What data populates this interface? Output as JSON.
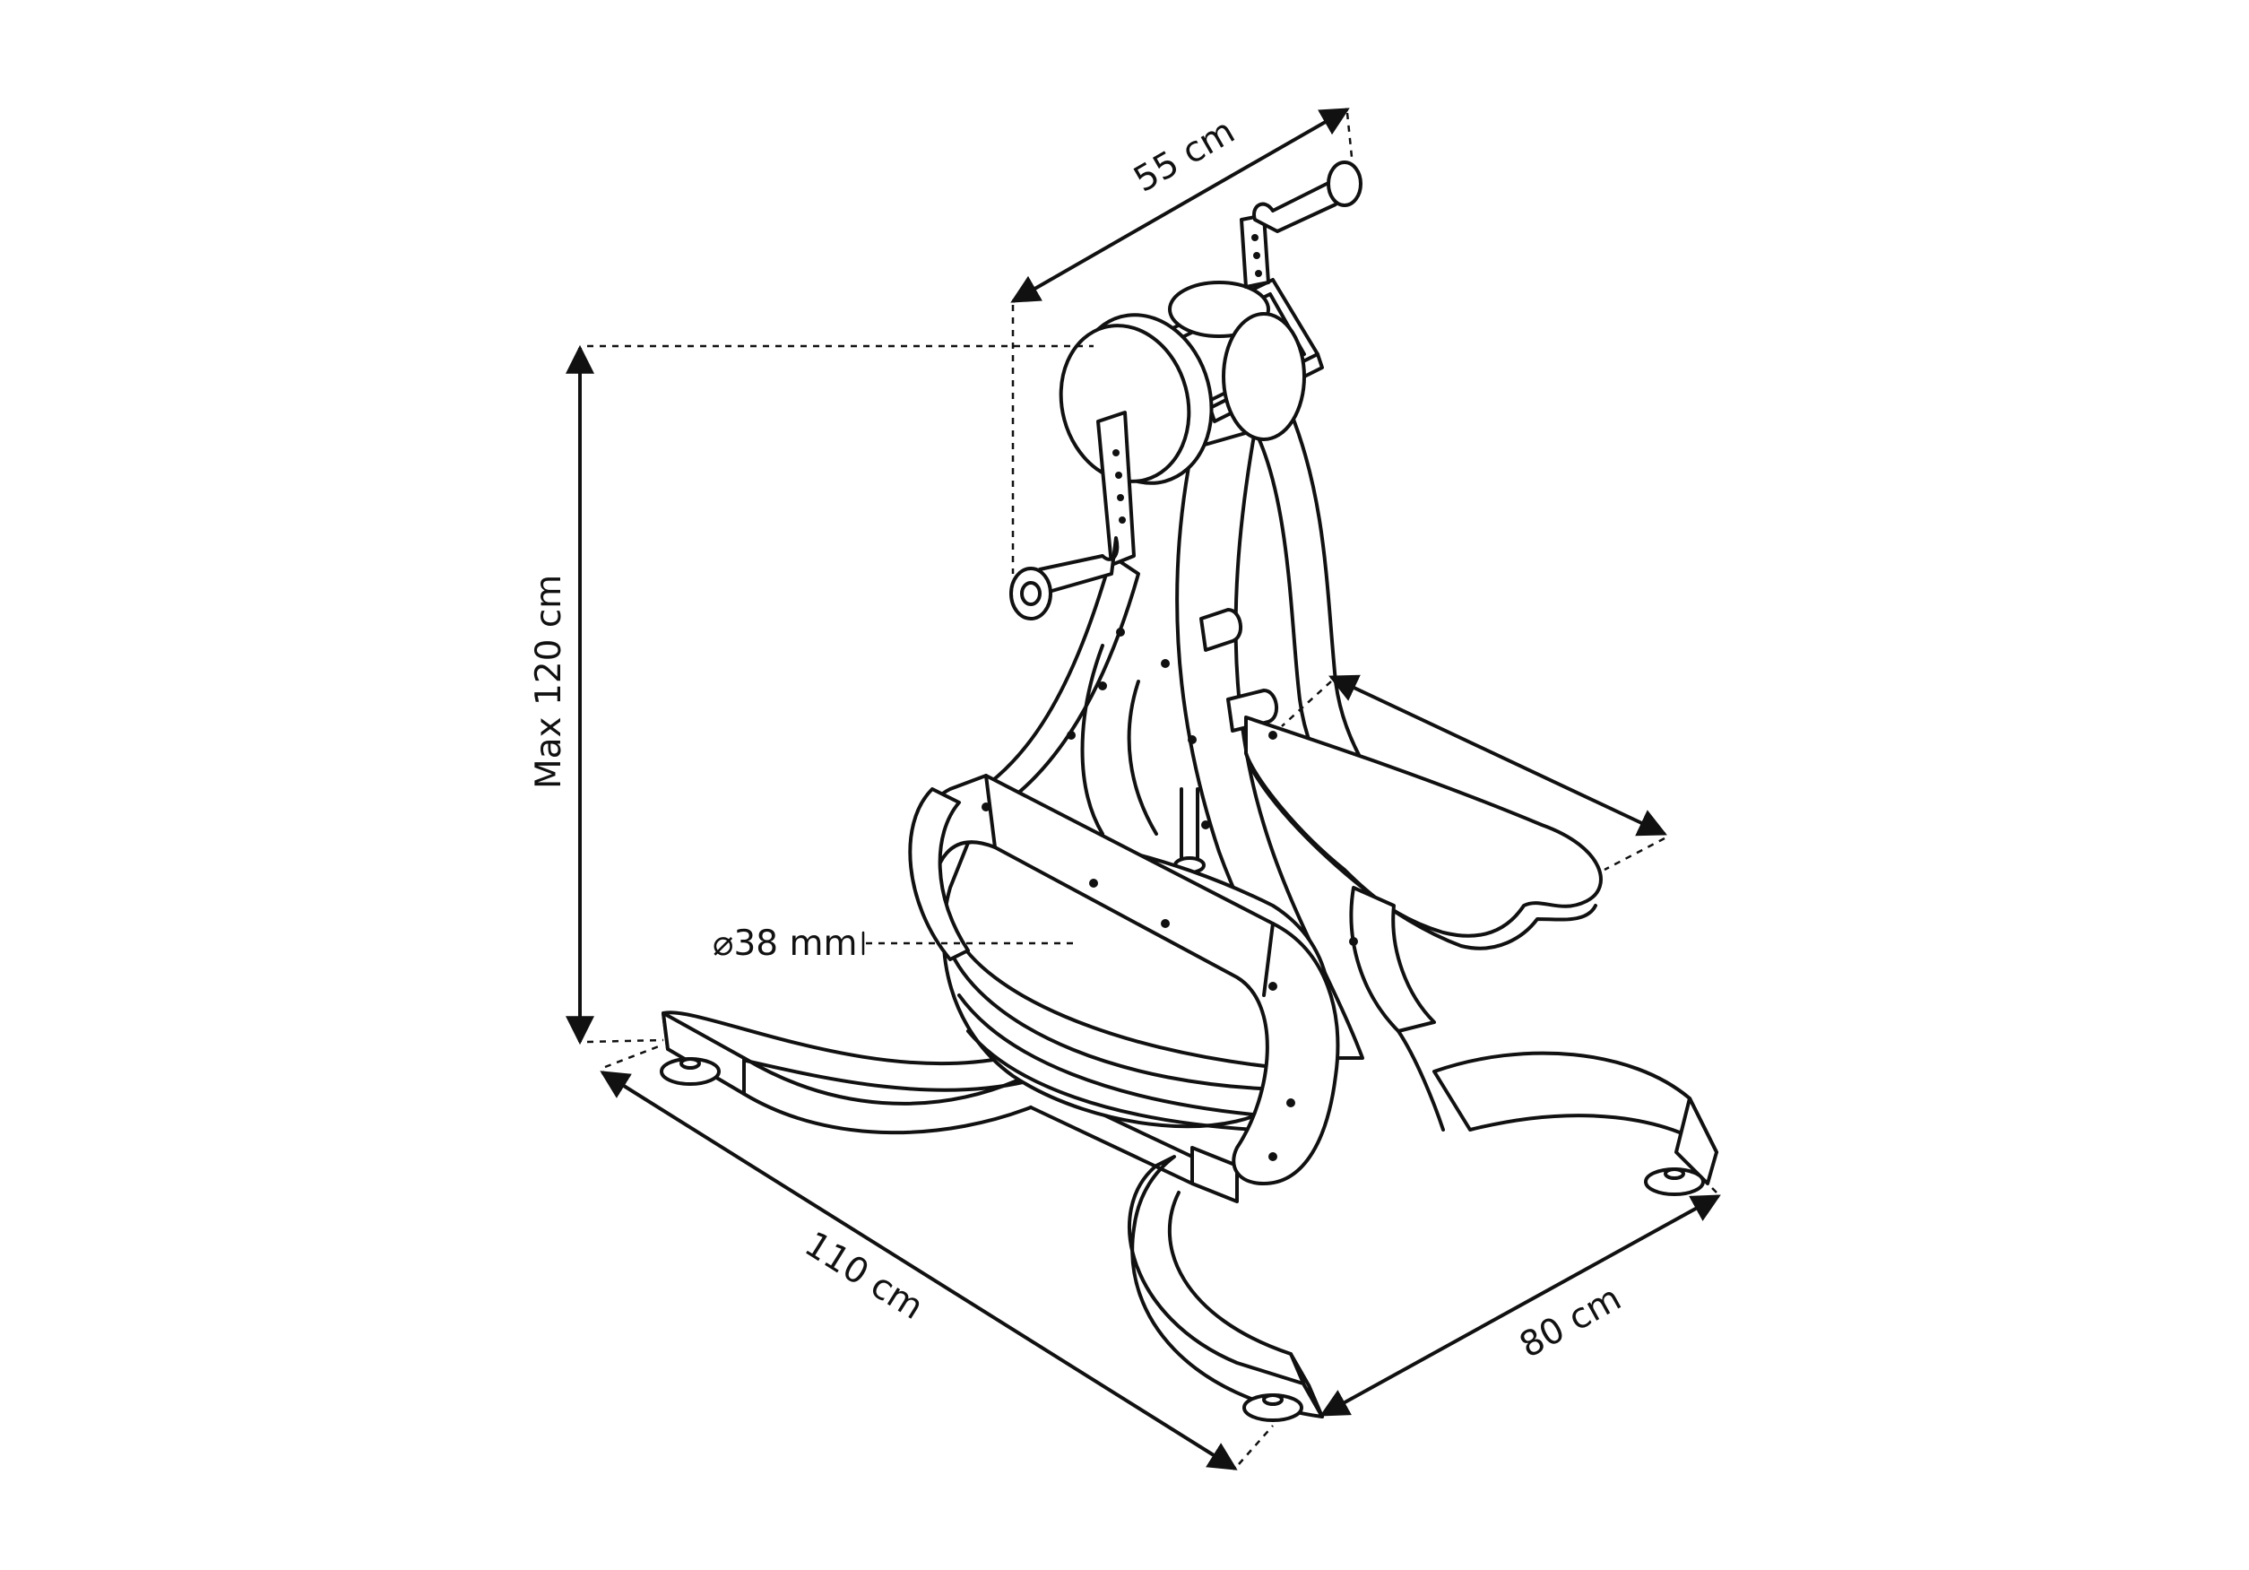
{
  "dimensions": {
    "depth": "55 cm",
    "height": "Max 120 cm",
    "seat_width": "",
    "tube_diameter": "⌀38 mm",
    "length": "110 cm",
    "width": "80 cm"
  },
  "colors": {
    "line": "#111111",
    "background": "#ffffff"
  }
}
